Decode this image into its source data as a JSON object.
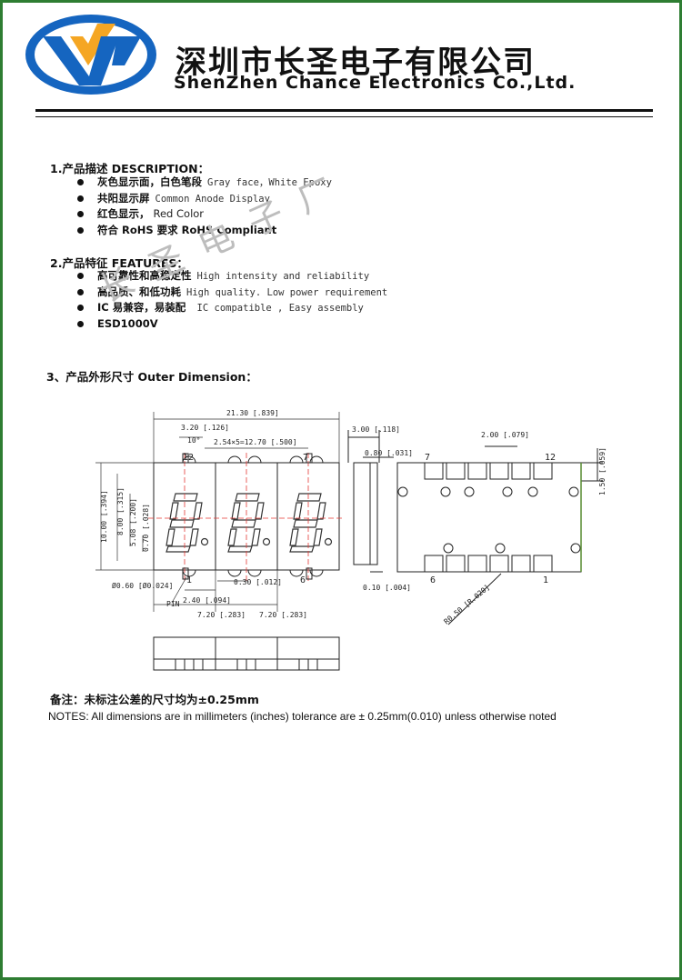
{
  "header": {
    "company_cn": "深圳市长圣电子有限公司",
    "company_en": "ShenZhen Chance Electronics Co.,Ltd."
  },
  "sections": {
    "description": {
      "title": "1.产品描述 DESCRIPTION：",
      "items": [
        {
          "cn": "灰色显示面，白色笔段",
          "en": "Gray face，White Epoxy"
        },
        {
          "cn": "共阳显示屏",
          "en": "Common Anode Display"
        },
        {
          "cn": "红色显示，",
          "en": "Red Color",
          "cn2": "Red"
        },
        {
          "cn": "符合 RoHS 要求  RoHS Compliant",
          "en": ""
        }
      ]
    },
    "features": {
      "title": "2.产品特征 FEATURES：",
      "items": [
        {
          "cn": "高可靠性和高稳定性",
          "en": "High intensity and reliability"
        },
        {
          "cn": "高品质、和低功耗",
          "en": "High quality. Low power requirement"
        },
        {
          "cn": "IC 易兼容，易装配",
          "en": " IC compatible , Easy assembly"
        },
        {
          "cn": "ESD1000V",
          "en": ""
        }
      ]
    },
    "dimension": {
      "title": "3、产品外形尺寸 Outer Dimension："
    }
  },
  "watermark": "长圣电子厂",
  "drawing": {
    "dims": {
      "overall_width": "21.30 [.839]",
      "seg_offset": "3.20 [.126]",
      "tilt": "10°",
      "pitch": "2.54×5=12.70 [.500]",
      "height": "10.00 [.394]",
      "inner_h": "8.00 [.315]",
      "seg_h": "5.08 [.200]",
      "dp": "0.70 [.028]",
      "pin_dia": "Ø0.60 [Ø0.024]",
      "pin_label": "PIN",
      "pin_gap": "2.40 [.094]",
      "pin_w": "0.30 [.012]",
      "digit_w1": "7.20 [.283]",
      "digit_w2": "7.20 [.283]",
      "side_depth": "3.00 [.118]",
      "side_step": "0.80 [.031]",
      "side_gap": "0.10 [.004]",
      "back_pitch": "2.00 [.079]",
      "back_h": "1.50 [.059]",
      "radius": "R0.50 [R.020]"
    },
    "pins": {
      "p12": "12",
      "p7": "7",
      "p1": "1",
      "p6": "6"
    }
  },
  "notes": {
    "cn": "备注：未标注公差的尺寸均为±0.25mm",
    "en": "NOTES: All dimensions are in millimeters (inches) tolerance are ± 0.25mm(0.010) unless otherwise noted"
  },
  "colors": {
    "border": "#2e7d32",
    "logo_blue": "#1565c0",
    "logo_orange": "#f5a623",
    "center_line": "#e53935"
  }
}
